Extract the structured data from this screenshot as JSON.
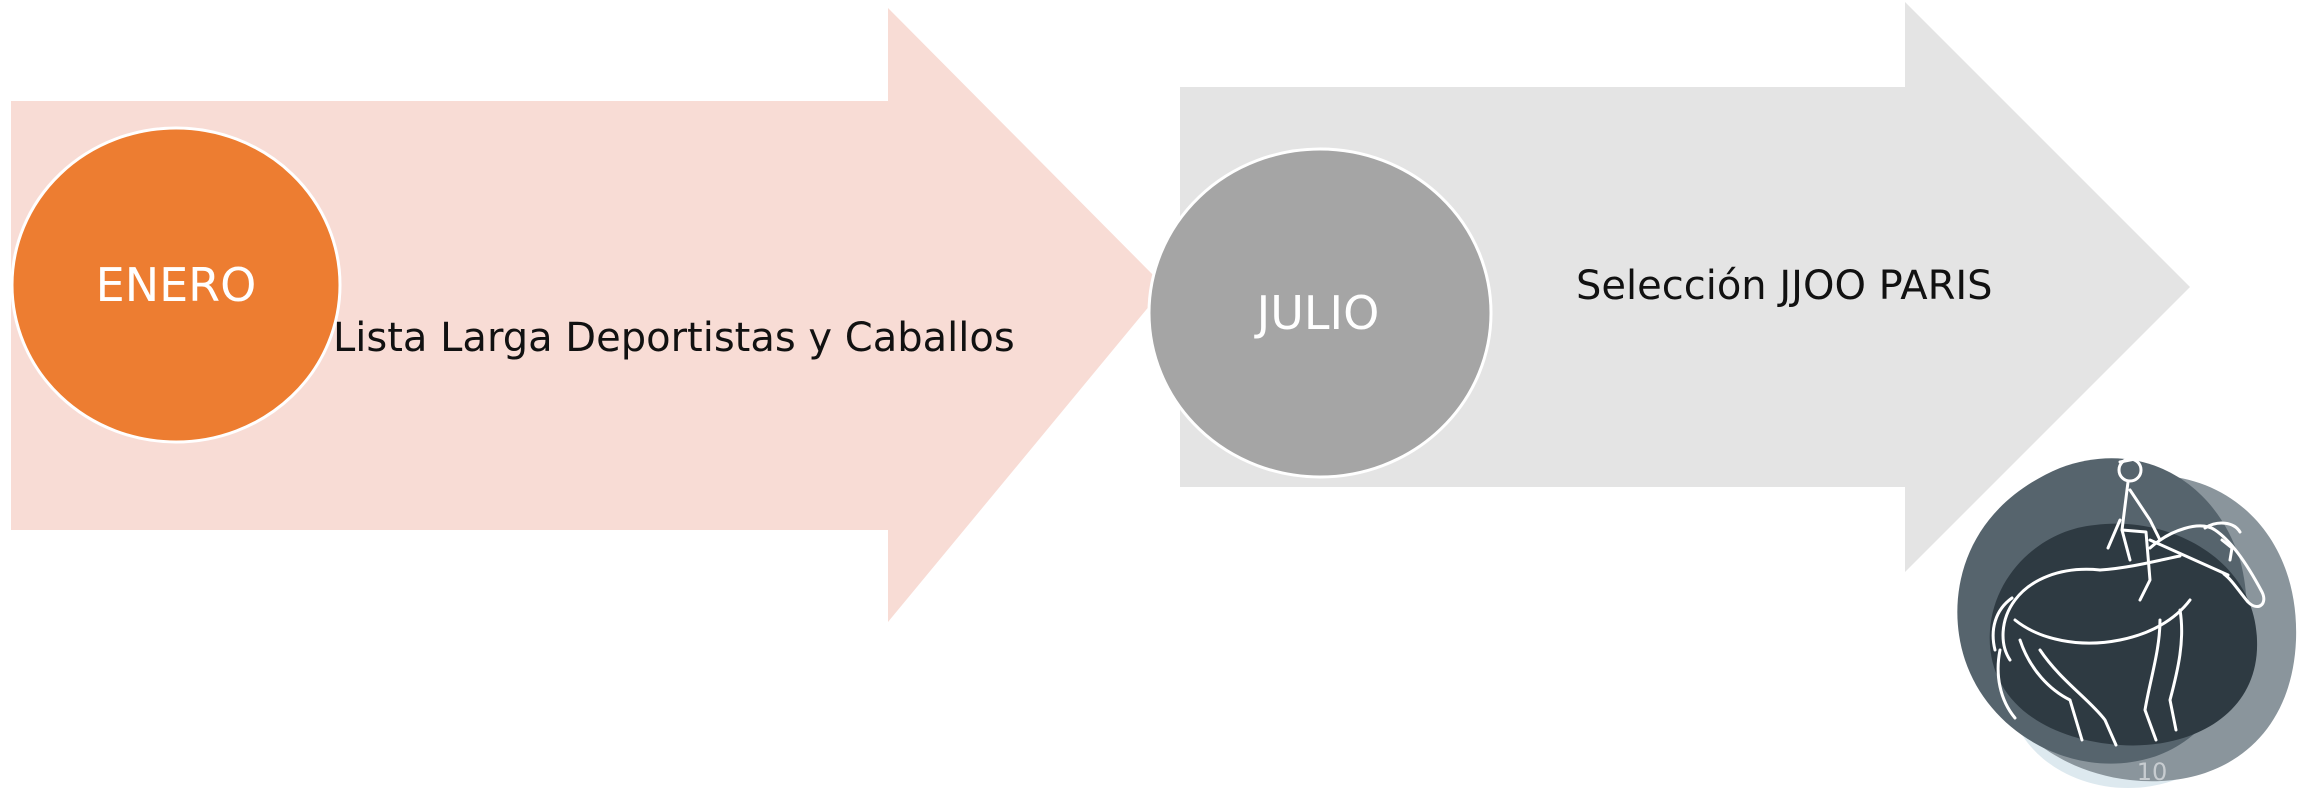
{
  "stages": [
    {
      "month": "ENERO",
      "description": "Lista Larga Deportistas y Caballos",
      "arrow_color": "#f8dcd5",
      "circle_color": "#ed7d31"
    },
    {
      "month": "JULIO",
      "description": "Selección JJOO PARIS",
      "arrow_color": "#e4e4e4",
      "circle_color": "#a5a5a5"
    }
  ],
  "logo": {
    "icon": "dressage-horse-rider-icon",
    "colors": {
      "dark": "#2e3a42",
      "mid": "#56646d",
      "light": "#8a959c",
      "pale": "#dde9ef",
      "line": "#ffffff"
    }
  },
  "page_number": "10"
}
